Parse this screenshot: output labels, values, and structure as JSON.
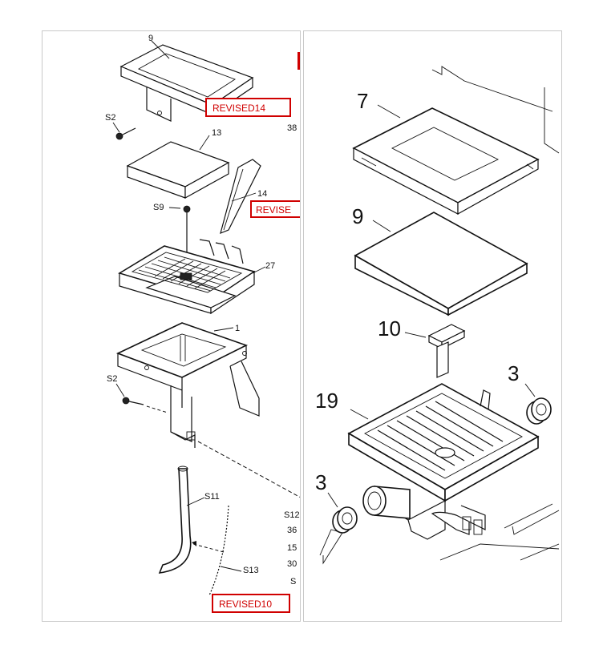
{
  "left": {
    "labels": {
      "p9": "9",
      "s2a": "S2",
      "p38": "38",
      "p13": "13",
      "p14": "14",
      "s9": "S9",
      "p27": "27",
      "p1": "1",
      "s2b": "S2",
      "s11": "S11",
      "s13": "S13",
      "s12": "S12",
      "p36": "36",
      "p15": "15",
      "p30": "30",
      "s": "S"
    },
    "revisions": {
      "r14": "REVISED14",
      "r_partial": "REVISE",
      "r10": "REVISED10"
    }
  },
  "right": {
    "labels": {
      "p7": "7",
      "p9": "9",
      "p10": "10",
      "p3a": "3",
      "p19": "19",
      "p3b": "3"
    }
  },
  "colors": {
    "revision_red": "#d00000",
    "line": "#111111",
    "border": "#c9c9c9"
  }
}
